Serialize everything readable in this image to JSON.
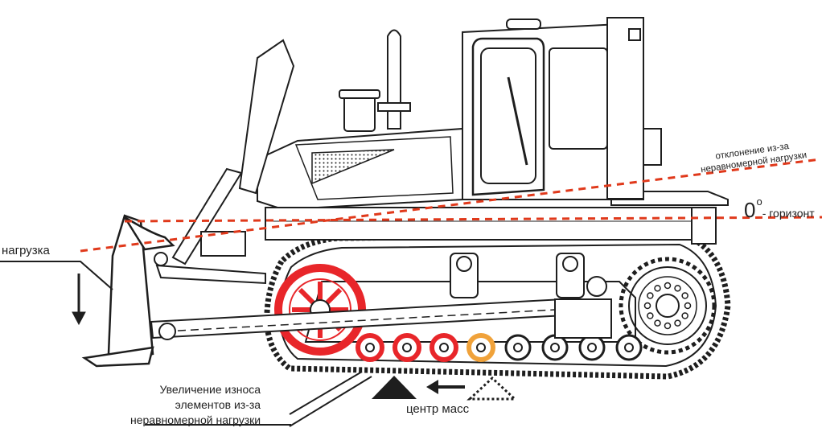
{
  "labels": {
    "load": "нагрузка",
    "deviation_line1": "отклонение из-за",
    "deviation_line2": "неравномерной нагрузки",
    "horizon_zero": "0",
    "horizon_degree": "o",
    "horizon_text": "- горизонт",
    "wear_line1": "Увеличение износа",
    "wear_line2": "элементов из-за",
    "wear_line3": "неравномерной нагрузки",
    "center_of_mass": "центр масс"
  },
  "colors": {
    "line_art": "#1e1e1e",
    "guide_line": "#e0391b",
    "worn_roller": "#e8262a",
    "mid_roller": "#f0a23a",
    "text": "#222222"
  },
  "rollers": [
    {
      "state": "worn"
    },
    {
      "state": "worn"
    },
    {
      "state": "worn"
    },
    {
      "state": "mid"
    },
    {
      "state": "normal"
    },
    {
      "state": "normal"
    },
    {
      "state": "normal"
    },
    {
      "state": "normal"
    }
  ]
}
